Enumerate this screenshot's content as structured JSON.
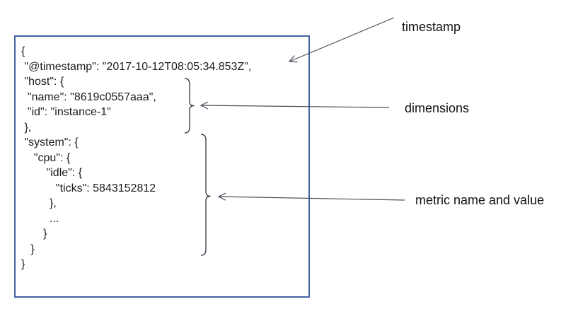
{
  "figure": {
    "json_document": {
      "code_lines": [
        "{",
        " \"@timestamp\": \"2017-10-12T08:05:34.853Z\",",
        " \"host\": {",
        "  \"name\": \"8619c0557aaa\",",
        "  \"id\": \"instance-1\"",
        " },",
        " \"system\": {",
        "    \"cpu\": {",
        "        \"idle\": {",
        "           \"ticks\": 5843152812",
        "         },",
        "         ...",
        "       }",
        "   }",
        "}"
      ]
    },
    "annotations": {
      "timestamp": {
        "label": "timestamp"
      },
      "dimensions": {
        "label": "dimensions"
      },
      "metric": {
        "label": "metric name and value"
      }
    },
    "colors": {
      "box_border": "#4565a8",
      "arrow": "#4a4f5a",
      "brace": "#3f4450",
      "code_text": "#1c1c1c",
      "label_text": "#111111",
      "background": "#ffffff"
    }
  }
}
